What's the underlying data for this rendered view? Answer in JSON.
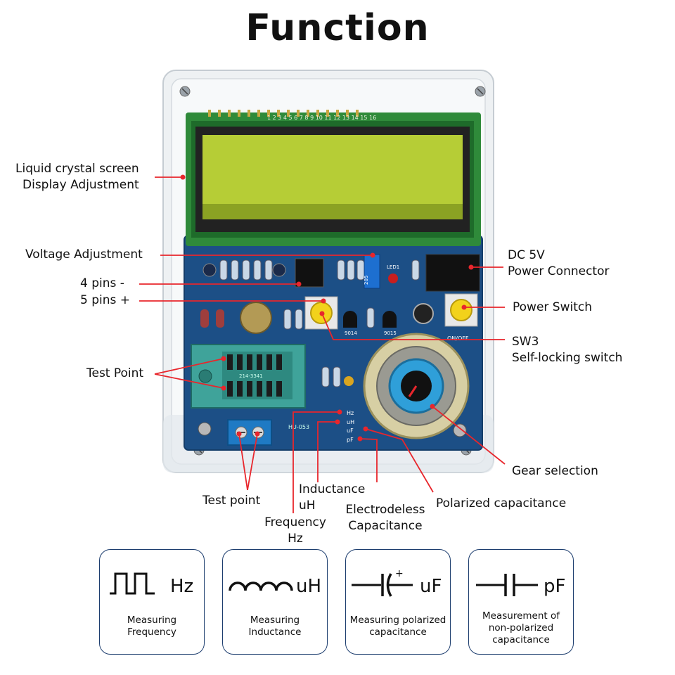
{
  "title": "Function",
  "labels": {
    "lcd_line1": "Liquid crystal screen",
    "lcd_line2": "Display Adjustment",
    "voltage": "Voltage Adjustment",
    "pins4": "4 pins -",
    "pins5": "5 pins +",
    "test_point_upper": "Test Point",
    "dc_line1": "DC 5V",
    "dc_line2": "Power Connector",
    "power_switch": "Power Switch",
    "sw3_line1": "SW3",
    "sw3_line2": "Self-locking switch",
    "gear": "Gear selection",
    "polarized": "Polarized capacitance",
    "test_point_lower": "Test point",
    "inductance_line1": "Inductance",
    "inductance_line2": "uH",
    "frequency_line1": "Frequency",
    "frequency_line2": "Hz",
    "electrodeless_line1": "Electrodeless",
    "electrodeless_line2": "Capacitance"
  },
  "board": {
    "lcd_header_text": "1 2 3 4 5 6 7 8 9 10 11 12 13 14 15 16",
    "led_label": "LED1",
    "model": "HU-053",
    "switch_state": "ON/OFF",
    "transistor_a": "9014",
    "transistor_b": "9015",
    "socket_text": "214-3341",
    "dial_marks": [
      "Hz",
      "uH",
      "uF",
      "pF"
    ]
  },
  "cards": [
    {
      "unit": "Hz",
      "line1": "Measuring",
      "line2": "Frequency",
      "icon": "square-wave-icon"
    },
    {
      "unit": "uH",
      "line1": "Measuring",
      "line2": "Inductance",
      "icon": "inductor-coil-icon"
    },
    {
      "unit": "uF",
      "line1": "Measuring polarized",
      "line2": "capacitance",
      "icon": "polarized-capacitor-icon"
    },
    {
      "unit": "pF",
      "line1": "Measurement of",
      "line2": "non-polarized",
      "line3": "capacitance",
      "icon": "capacitor-icon"
    }
  ],
  "colors": {
    "pointer": "#e8262c",
    "pcb": "#1c4f86",
    "lcd": "#b6cd36",
    "card_border": "#1c3d6e",
    "button": "#f2d21b",
    "dial": "#2f9fd9"
  }
}
